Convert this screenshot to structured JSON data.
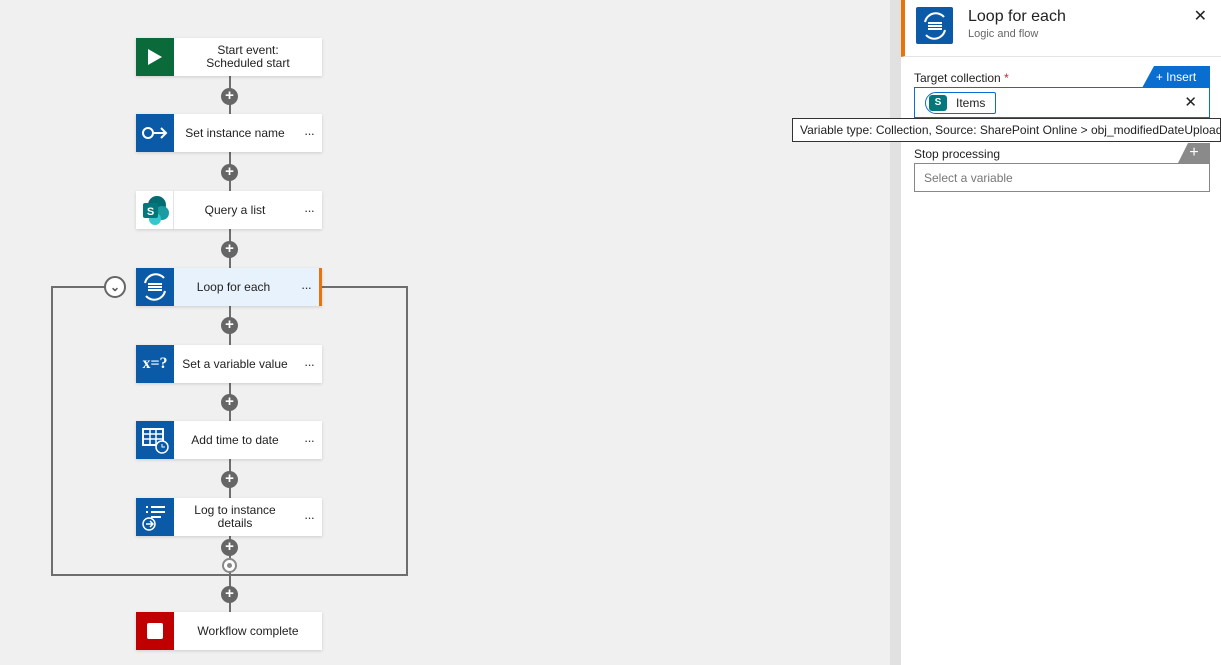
{
  "workflow": {
    "nodes": [
      {
        "label": "Start event: Scheduled start",
        "icon": "play-icon",
        "color": "#0b6a3a"
      },
      {
        "label": "Set instance name",
        "icon": "arrow-key-icon",
        "color": "#0a5aa8"
      },
      {
        "label": "Query a list",
        "icon": "sharepoint-icon",
        "color": "#ffffff"
      },
      {
        "label": "Loop for each",
        "icon": "loop-icon",
        "color": "#0a5aa8"
      },
      {
        "label": "Set a variable value",
        "icon": "variable-icon",
        "color": "#0a5aa8",
        "icon_text": "x=?"
      },
      {
        "label": "Add time to date",
        "icon": "calendar-clock-icon",
        "color": "#0a5aa8"
      },
      {
        "label": "Log to instance details",
        "icon": "log-icon",
        "color": "#0a5aa8"
      },
      {
        "label": "Workflow complete",
        "icon": "stop-icon",
        "color": "#c00000"
      }
    ],
    "more_label": "···"
  },
  "panel": {
    "title": "Loop for each",
    "subtitle": "Logic and flow",
    "close": "✕",
    "target_label": "Target collection",
    "required": "*",
    "insert_label": "+ Insert",
    "chip_icon": "S",
    "chip_label": "Items",
    "clear": "✕",
    "stop_label": "Stop processing",
    "add": "+",
    "stop_placeholder": "Select a variable",
    "tooltip": "Variable type: Collection, Source: SharePoint Online > obj_modifiedDateUpload"
  },
  "colors": {
    "accent": "#0a6ed1",
    "selected_border": "#e8730c"
  }
}
